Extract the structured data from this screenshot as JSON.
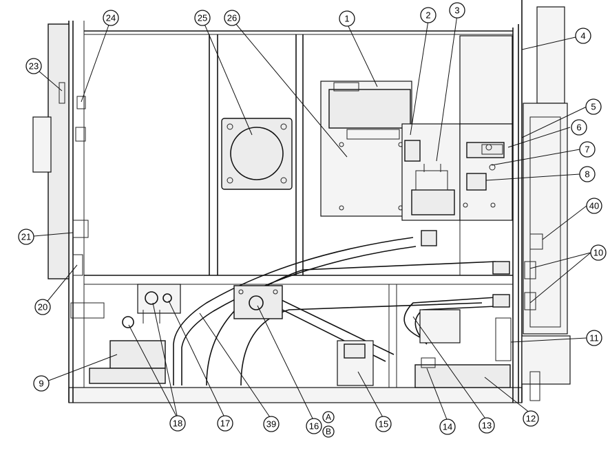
{
  "diagram": {
    "callouts": [
      {
        "id": "c1",
        "label": "1"
      },
      {
        "id": "c2",
        "label": "2"
      },
      {
        "id": "c3",
        "label": "3"
      },
      {
        "id": "c4",
        "label": "4"
      },
      {
        "id": "c5",
        "label": "5"
      },
      {
        "id": "c6",
        "label": "6"
      },
      {
        "id": "c7",
        "label": "7"
      },
      {
        "id": "c8",
        "label": "8"
      },
      {
        "id": "c40",
        "label": "40"
      },
      {
        "id": "c10",
        "label": "10"
      },
      {
        "id": "c11",
        "label": "11"
      },
      {
        "id": "c12",
        "label": "12"
      },
      {
        "id": "c13",
        "label": "13"
      },
      {
        "id": "c14",
        "label": "14"
      },
      {
        "id": "c15",
        "label": "15"
      },
      {
        "id": "c16",
        "label": "16"
      },
      {
        "id": "c39",
        "label": "39"
      },
      {
        "id": "c17",
        "label": "17"
      },
      {
        "id": "c18",
        "label": "18"
      },
      {
        "id": "c9",
        "label": "9"
      },
      {
        "id": "c20",
        "label": "20"
      },
      {
        "id": "c21",
        "label": "21"
      },
      {
        "id": "c23",
        "label": "23"
      },
      {
        "id": "c24",
        "label": "24"
      },
      {
        "id": "c25",
        "label": "25"
      },
      {
        "id": "c26",
        "label": "26"
      }
    ],
    "sub_labels": {
      "a": "A",
      "b": "B"
    }
  }
}
